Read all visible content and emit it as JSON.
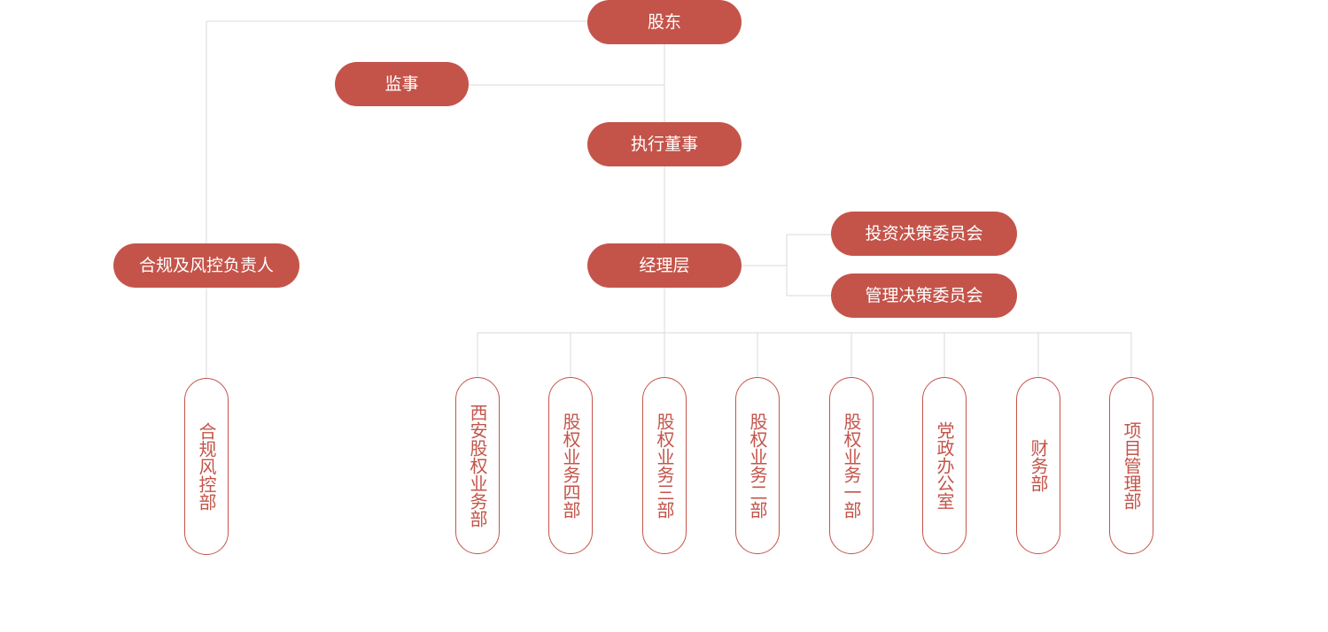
{
  "nodes": {
    "shareholders": "股东",
    "supervisor": "监事",
    "executive_director": "执行董事",
    "compliance_officer": "合规及风控负责人",
    "management": "经理层",
    "investment_committee": "投资决策委员会",
    "management_committee": "管理决策委员会"
  },
  "departments": {
    "compliance": "合规风控部",
    "xian_equity": "西安股权业务部",
    "equity_4": "股权业务四部",
    "equity_3": "股权业务三部",
    "equity_2": "股权业务二部",
    "equity_1": "股权业务一部",
    "party_office": "党政办公室",
    "finance": "财务部",
    "project_mgmt": "项目管理部"
  },
  "colors": {
    "accent": "#c4544a",
    "connector": "#d9d9d9",
    "background": "#ffffff"
  }
}
